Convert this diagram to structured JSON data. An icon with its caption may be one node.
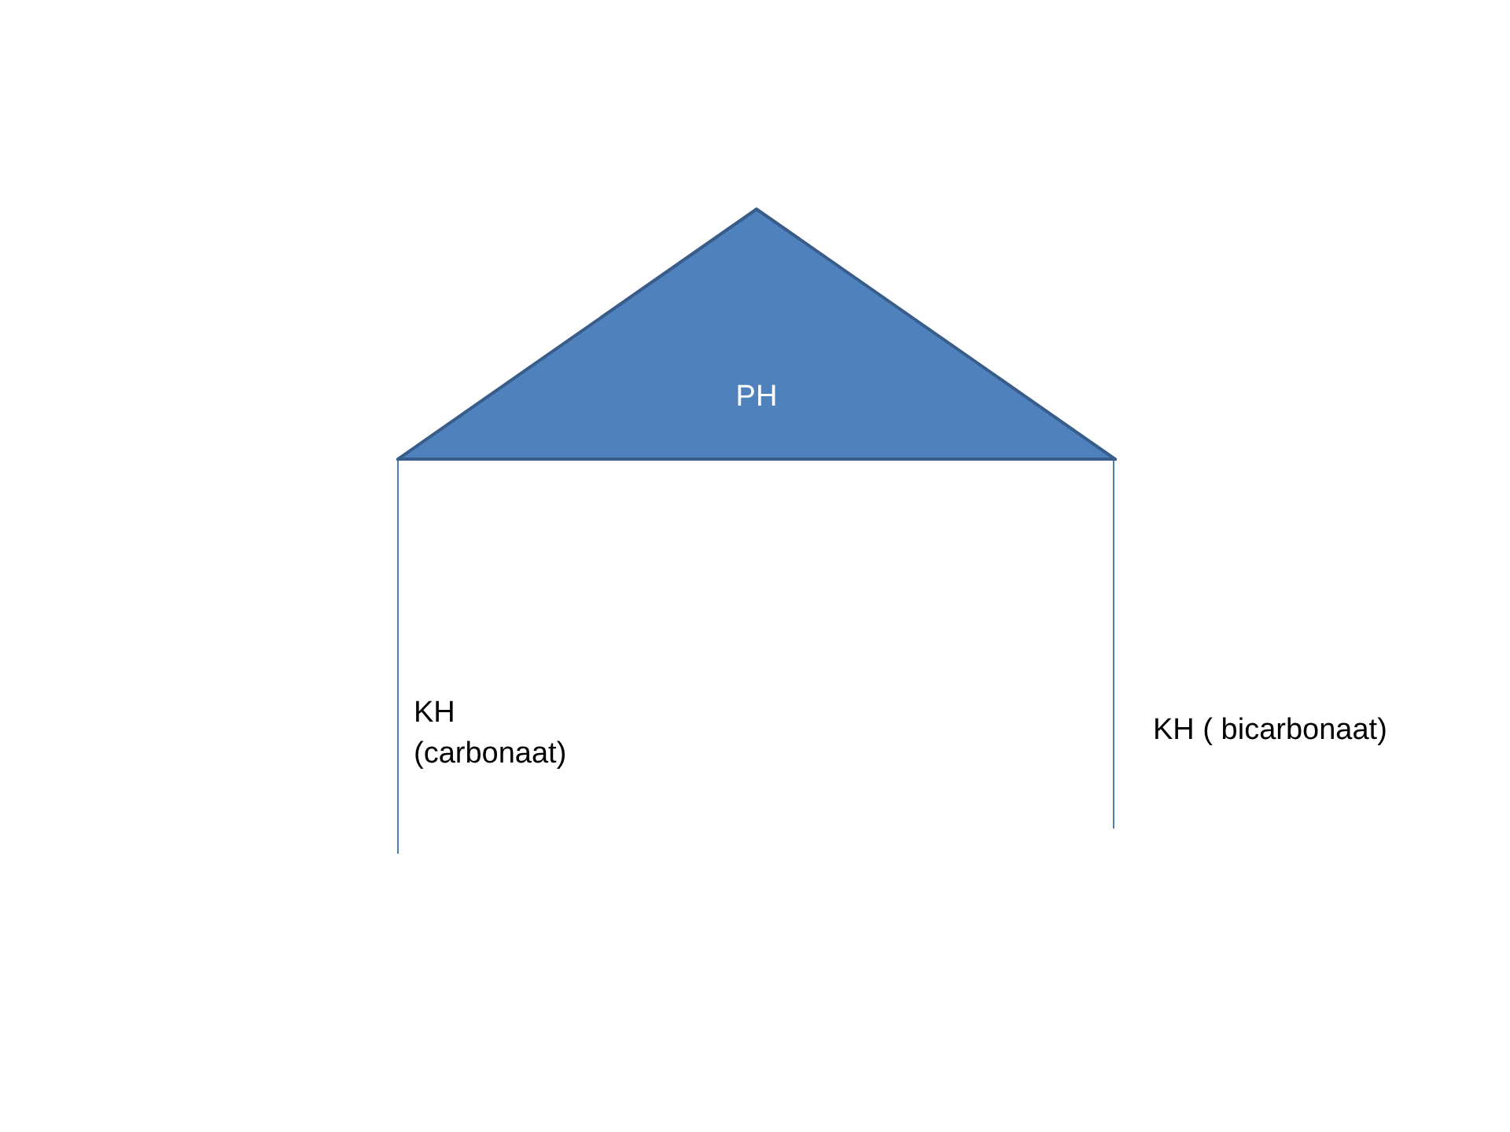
{
  "diagram": {
    "nodes": [
      {
        "text": [
          "PH"
        ]
      }
    ],
    "labels": [
      "KH (carbonaat)",
      "KH ( bicarbonaat)"
    ]
  }
}
